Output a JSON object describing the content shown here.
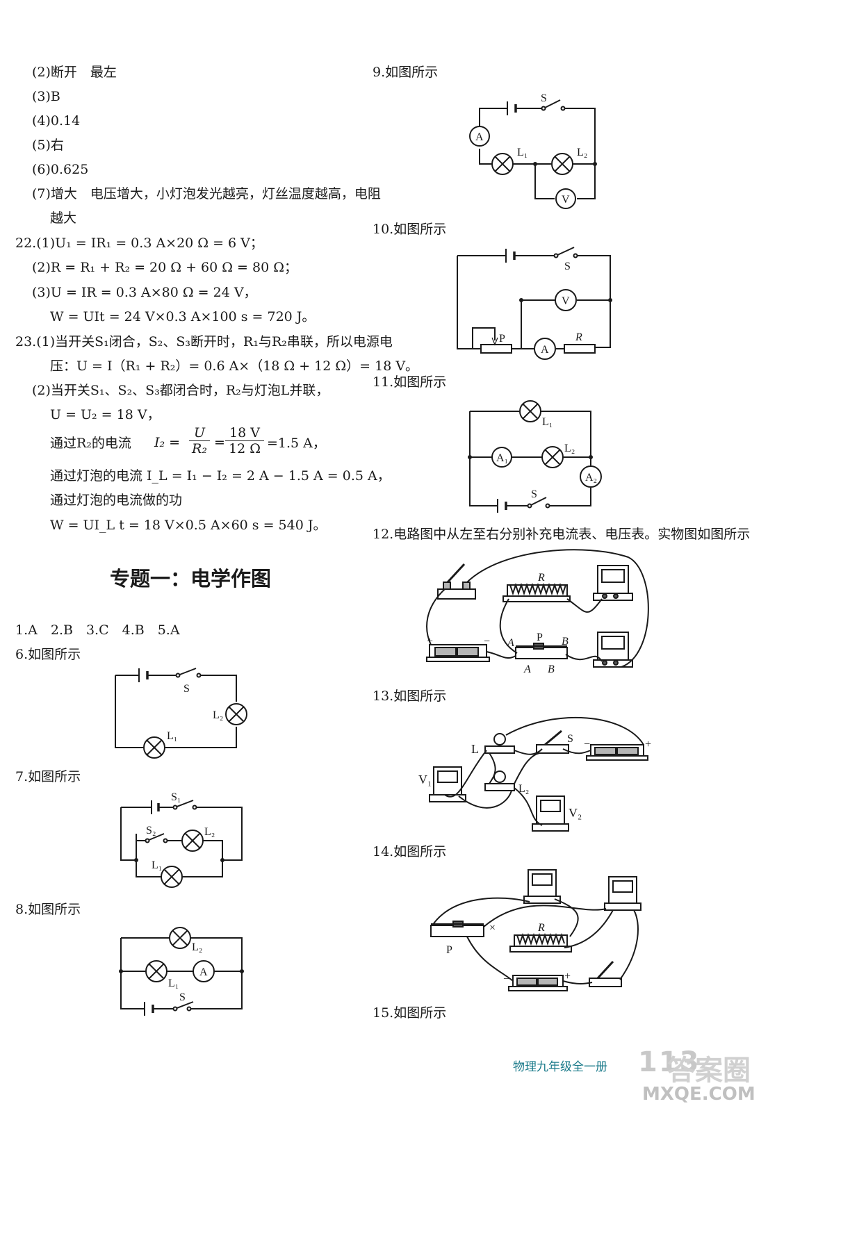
{
  "left_column": {
    "lines": [
      "(2)断开　最左",
      "(3)B",
      "(4)0.14",
      "(5)右",
      "(6)0.625",
      "(7)增大　电压增大，小灯泡发光越亮，灯丝温度越高，电阻",
      "越大",
      "22.(1)U₁ = IR₁ = 0.3 A×20 Ω = 6 V；",
      "(2)R = R₁ + R₂ = 20 Ω + 60 Ω = 80 Ω；",
      "(3)U = IR = 0.3 A×80 Ω = 24 V，",
      "W = UIt = 24 V×0.3 A×100 s = 720 J。",
      "23.(1)当开关S₁闭合，S₂、S₃断开时，R₁与R₂串联，所以电源电",
      "压：U = I（R₁ + R₂）= 0.6 A×（18 Ω + 12 Ω）= 18 V。",
      "(2)当开关S₁、S₂、S₃都闭合时，R₂与灯泡L并联，",
      "U = U₂ = 18 V，",
      "通过R₂的电流",
      "=1.5 A，",
      "通过灯泡的电流 I_L = I₁ − I₂ = 2 A − 1.5 A = 0.5 A，",
      "通过灯泡的电流做的功",
      "W = UI_L t = 18 V×0.5 A×60 s = 540 J。"
    ],
    "current_formula": {
      "lhs": "I₂ =",
      "num1": "U",
      "den1": "R₂",
      "eq": "=",
      "num2": "18 V",
      "den2": "12 Ω"
    },
    "section_title": "专题一：电学作图",
    "answers": "1.A　2.B　3.C　4.B　5.A",
    "captions": [
      "6.如图所示",
      "7.如图所示",
      "8.如图所示"
    ]
  },
  "right_column": {
    "captions": [
      "9.如图所示",
      "10.如图所示",
      "11.如图所示",
      "12.电路图中从左至右分别补充电流表、电压表。实物图如图所示",
      "13.如图所示",
      "14.如图所示",
      "15.如图所示"
    ]
  },
  "diagram_labels": {
    "switch": "S",
    "switch1": "S₁",
    "switch2": "S₂",
    "lamp1": "L₁",
    "lamp2": "L₂",
    "lamp": "L",
    "ammeter": "A",
    "ammeter1": "A₁",
    "ammeter2": "A₂",
    "voltmeter": "V",
    "voltmeter1": "V₁",
    "voltmeter2": "V₂",
    "resistor": "R",
    "slider": "P",
    "term_a": "A",
    "term_b": "B",
    "plus": "+",
    "minus": "−",
    "cross": "×"
  },
  "footer": {
    "book": "物理九年级全一册",
    "page_number": "113",
    "watermark_top": "答案圈",
    "watermark_bottom": "MXQE.COM"
  },
  "colors": {
    "ink": "#1a1a1a",
    "footer_teal": "#1a7a8a",
    "watermark_gray": "#c8c8c8"
  }
}
